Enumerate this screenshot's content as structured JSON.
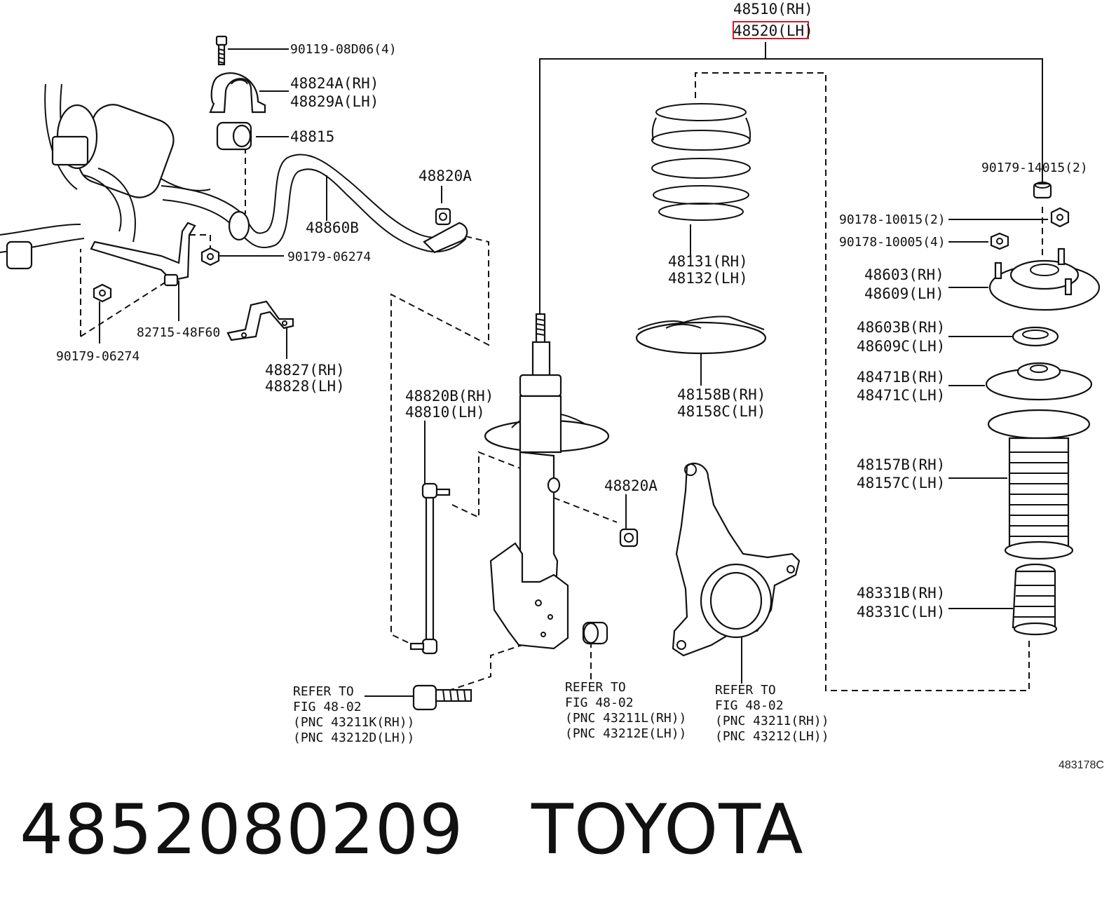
{
  "assembly": {
    "rh": "48510(RH)",
    "lh": "48520(LH)",
    "highlight_color": "#d11a2a"
  },
  "labels": {
    "bolt_top": "90119-08D06(4)",
    "bracket_a_rh": "48824A(RH)",
    "bracket_a_lh": "48829A(LH)",
    "bushing": "48815",
    "nut_48820a_top": "48820A",
    "stabilizer_bar": "48860B",
    "nut_90179_06274_a": "90179-06274",
    "bracket_82715": "82715-48F60",
    "nut_90179_06274_b": "90179-06274",
    "bracket_b_rh": "48827(RH)",
    "bracket_b_lh": "48828(LH)",
    "link_rh": "48820B(RH)",
    "link_lh": "48810(LH)",
    "nut_48820a_mid": "48820A",
    "spring_rh": "48131(RH)",
    "spring_lh": "48132(LH)",
    "seat_rh": "48158B(RH)",
    "seat_lh": "48158C(LH)",
    "nut_14015": "90179-14015(2)",
    "nut_10015": "90178-10015(2)",
    "nut_10005": "90178-10005(4)",
    "mount_rh": "48603(RH)",
    "mount_lh": "48609(LH)",
    "bearing_rh": "48603B(RH)",
    "bearing_lh": "48609C(LH)",
    "upper_seat_rh": "48471B(RH)",
    "upper_seat_lh": "48471C(LH)",
    "boot_rh": "48157B(RH)",
    "boot_lh": "48157C(LH)",
    "bumper_rh": "48331B(RH)",
    "bumper_lh": "48331C(LH)"
  },
  "references": {
    "ref1": {
      "l1": "REFER TO",
      "l2": "FIG 48-02",
      "l3": "(PNC 43211K(RH))",
      "l4": "(PNC 43212D(LH))"
    },
    "ref2": {
      "l1": "REFER TO",
      "l2": "FIG 48-02",
      "l3": "(PNC 43211L(RH))",
      "l4": "(PNC 43212E(LH))"
    },
    "ref3": {
      "l1": "REFER TO",
      "l2": "FIG 48-02",
      "l3": "(PNC 43211(RH))",
      "l4": "(PNC 43212(LH))"
    }
  },
  "figure_code": "483178C",
  "caption": {
    "part_number": "4852080209",
    "brand": "TOYOTA"
  }
}
